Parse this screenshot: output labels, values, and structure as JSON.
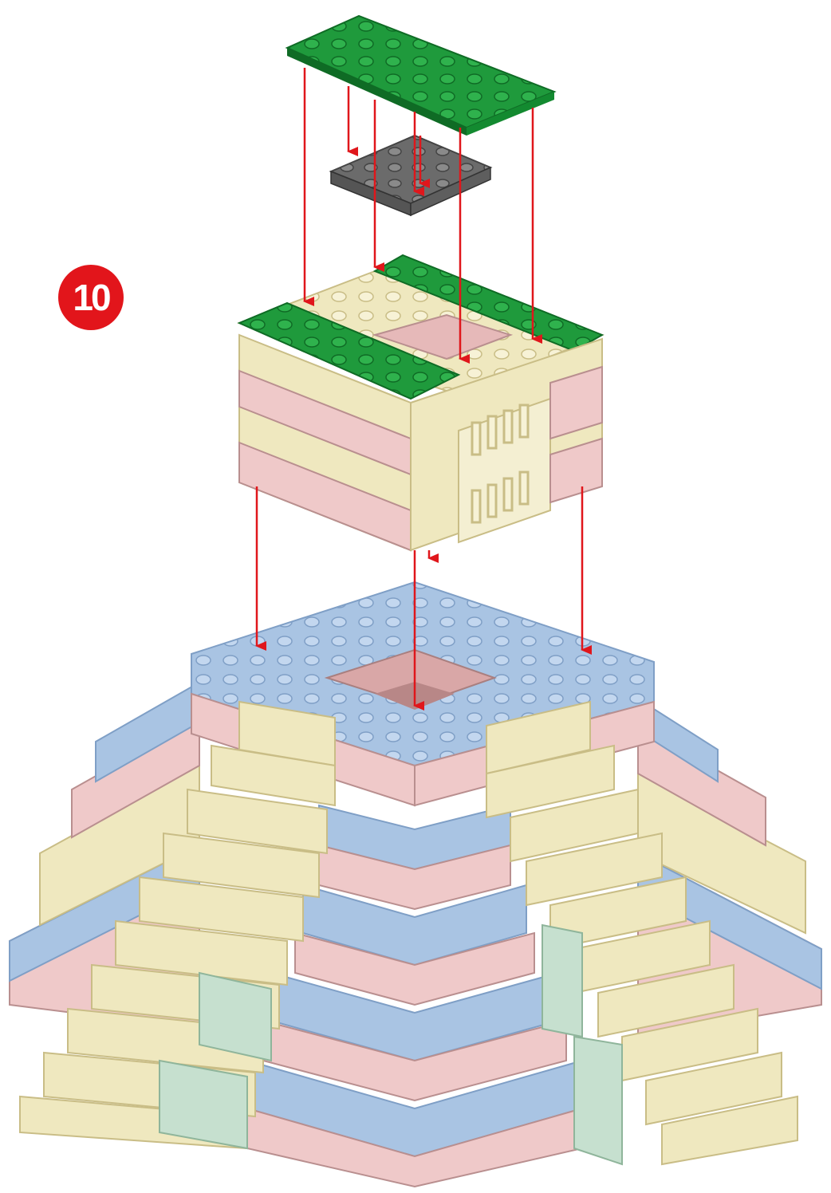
{
  "step": {
    "number": "10"
  },
  "colors": {
    "green": "#1f9a3c",
    "green_dark": "#0f6b25",
    "gray": "#6b6b6b",
    "cream": "#efe8bf",
    "pink": "#efc9c9",
    "blue": "#a9c4e3",
    "mint": "#c6e0cf",
    "arrow": "#e0161b"
  },
  "icons": [
    "step-number-badge",
    "assembly-arrow"
  ]
}
